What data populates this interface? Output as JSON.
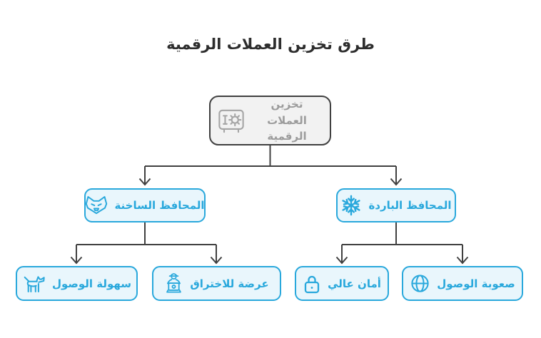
{
  "diagram": {
    "title": "طرق تخزين العملات الرقمية",
    "direction": "rtl",
    "colors": {
      "accent": "#29a8dc",
      "accent_fill": "#e9f6fc",
      "root_border": "#404040",
      "root_fill": "#f2f2f2",
      "root_text": "#9c9c9c",
      "edge": "#404040",
      "title_text": "#2d2d2d"
    },
    "nodes": {
      "root": {
        "label": "تخزين العملات الرقمية",
        "icon": "safe-icon"
      },
      "hot_wallets": {
        "label": "المحافظ الساخنة",
        "icon": "fox-icon"
      },
      "cold_wallets": {
        "label": "المحافظ الباردة",
        "icon": "snowflake-icon"
      },
      "easy_access": {
        "label": "سهولة الوصول",
        "icon": "dog-icon"
      },
      "hack_risk": {
        "label": "عرضة للاختراق",
        "icon": "hacker-icon"
      },
      "high_security": {
        "label": "أمان عالي",
        "icon": "lock-icon"
      },
      "hard_access": {
        "label": "صعوبة الوصول",
        "icon": "globe-icon"
      }
    },
    "edges": [
      {
        "from": "root",
        "to": "hot_wallets"
      },
      {
        "from": "root",
        "to": "cold_wallets"
      },
      {
        "from": "hot_wallets",
        "to": "easy_access"
      },
      {
        "from": "hot_wallets",
        "to": "hack_risk"
      },
      {
        "from": "cold_wallets",
        "to": "high_security"
      },
      {
        "from": "cold_wallets",
        "to": "hard_access"
      }
    ]
  }
}
